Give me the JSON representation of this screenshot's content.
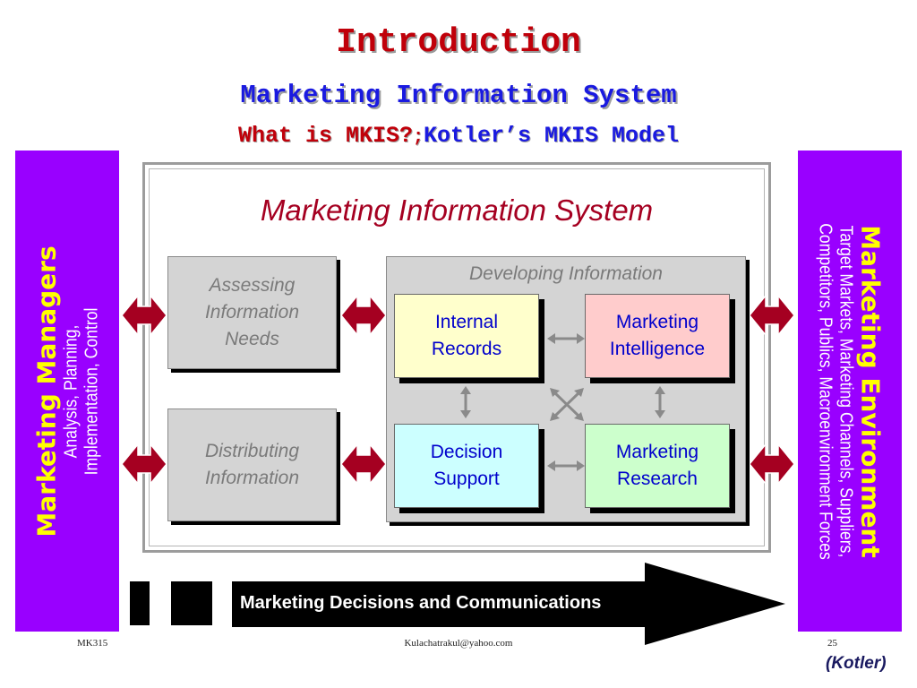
{
  "titles": {
    "main": "Introduction",
    "sub": "Marketing Information System",
    "part1": "What is MKIS?",
    "separator": ";",
    "part2": "Kotler’s MKIS Model"
  },
  "left_panel": {
    "title": "Marketing Managers",
    "line1": "Analysis, Planning,",
    "line2": "Implementation, Control"
  },
  "right_panel": {
    "title": "Marketing Environment",
    "line1": "Target Markets, Marketing Channels, Suppliers,",
    "line2": "Competitors, Publics, Macroenvironment Forces"
  },
  "diagram": {
    "title": "Marketing Information System",
    "assessing": [
      "Assessing",
      "Information",
      "Needs"
    ],
    "distributing": [
      "Distributing",
      "Information"
    ],
    "developing_title": "Developing Information",
    "internal": [
      "Internal",
      "Records"
    ],
    "intelligence": [
      "Marketing",
      "Intelligence"
    ],
    "decision": [
      "Decision",
      "Support"
    ],
    "research": [
      "Marketing",
      "Research"
    ]
  },
  "banner": {
    "label": "Marketing Decisions and Communications"
  },
  "footer": {
    "course": "MK315",
    "email": "Kulachatrakul@yahoo.com",
    "page": "25",
    "credit": "(Kotler)"
  },
  "colors": {
    "title_red": "#c0000a",
    "title_blue": "#1a1ae0",
    "panel_purple": "#9900ff",
    "panel_title_yellow": "#ffff00",
    "arrow_red": "#a50021",
    "internal_fill": "#ffffcc",
    "intelligence_fill": "#ffcccc",
    "decision_fill": "#ccffff",
    "research_fill": "#ccffcc"
  }
}
